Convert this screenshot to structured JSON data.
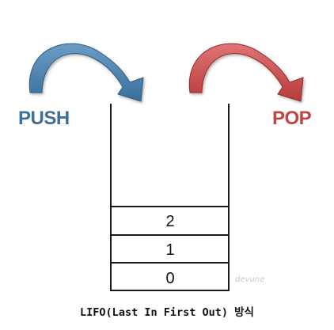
{
  "push_label": "PUSH",
  "pop_label": "POP",
  "stack_items": [
    "2",
    "1",
    "0"
  ],
  "caption": "LIFO(Last In First Out) 방식",
  "watermark": "devune",
  "colors": {
    "push": "#3a6f9b",
    "push_light": "#6a9cc6",
    "push_label": "#3f6f96",
    "pop": "#b83a3a",
    "pop_light": "#e07474",
    "pop_label": "#c04545",
    "stack_line": "#1a1a1a",
    "text": "#111111",
    "watermark": "#c8c8c8"
  }
}
